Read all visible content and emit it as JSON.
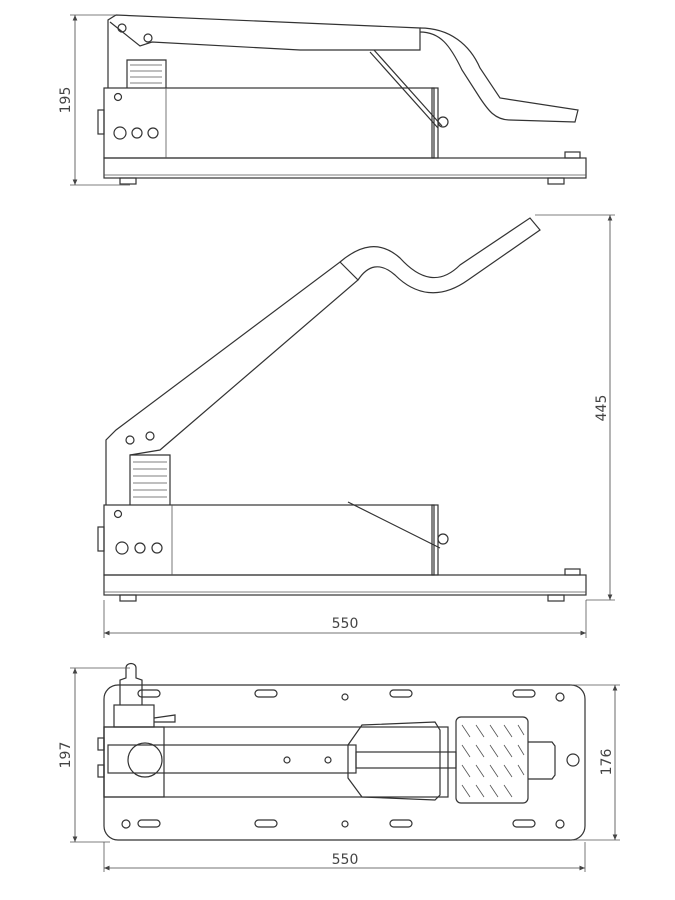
{
  "title": "Foot pedal hydraulic pump technical drawing",
  "views": {
    "side_closed": {
      "height_dim": "195"
    },
    "side_open": {
      "height_dim": "445",
      "length_dim": "550"
    },
    "top": {
      "width_dim": "197",
      "plate_width_dim": "176",
      "length_dim": "550"
    }
  },
  "colors": {
    "line": "#333333",
    "background": "#ffffff"
  }
}
